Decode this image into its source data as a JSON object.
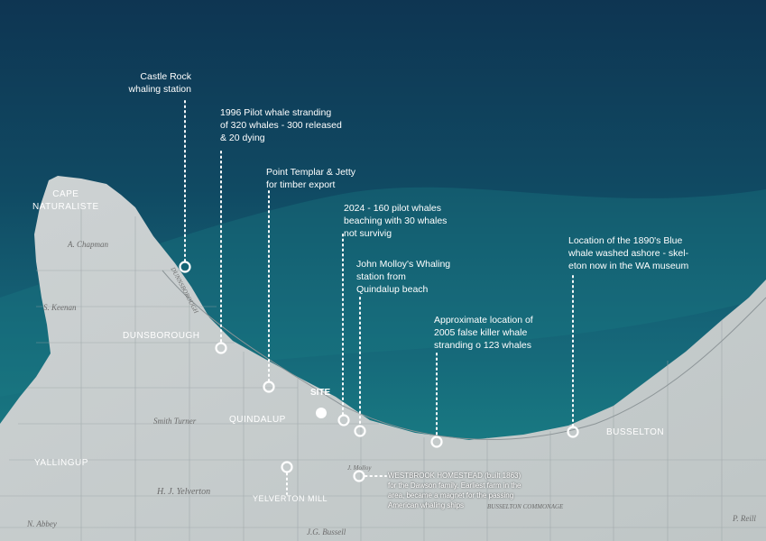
{
  "annotations": {
    "castle_rock": "Castle Rock\nwhaling station",
    "pilot_1996": "1996 Pilot whale stranding\nof 320 whales - 300 released\n& 20 dying",
    "point_templar": "Point Templar & Jetty\nfor timber export",
    "pilot_2024": "2024 - 160 pilot whales\nbeaching with 30 whales\nnot survivig",
    "molloy": "John Molloy's Whaling\nstation from\nQuindalup beach",
    "false_killer": "Approximate location of\n2005 false killer whale\nstranding o 123 whales",
    "blue_whale": "Location of the 1890's Blue\nwhale washed ashore - skel-\neton now in the WA museum",
    "westbrook": "WESTBROOK HOMESTEAD (built 1863)\nfor the Dawson family. Earliest farm in the\narea, became a magnet for the passing\nAmerican whaling ships"
  },
  "places": {
    "cape_naturaliste": "CAPE\nNATURALISTE",
    "dunsborough": "DUNSBOROUGH",
    "quindalup": "QUINDALUP",
    "site": "SITE",
    "busselton": "BUSSELTON",
    "yallingup": "YALLINGUP",
    "yelverton_mill": "YELVERTON MILL"
  },
  "map_words": {
    "chapman": "A. Chapman",
    "keenan": "S. Keenan",
    "dunnsborough": "DUNNSBOROUGH",
    "smith_turner": "Smith Turner",
    "yelverton": "H. J. Yelverton",
    "abbey": "N. Abbey",
    "busselton_commonage": "BUSSELTON COMMONAGE",
    "bussell": "J.G. Bussell",
    "molloy": "J. Molloy",
    "reilly": "P. Reill"
  },
  "colors": {
    "sea_dark": "#0f3f57",
    "sea_mid": "#15657a",
    "sea_teal": "#1a8a8c",
    "land": "#c9ced0",
    "marker": "#ffffff"
  }
}
